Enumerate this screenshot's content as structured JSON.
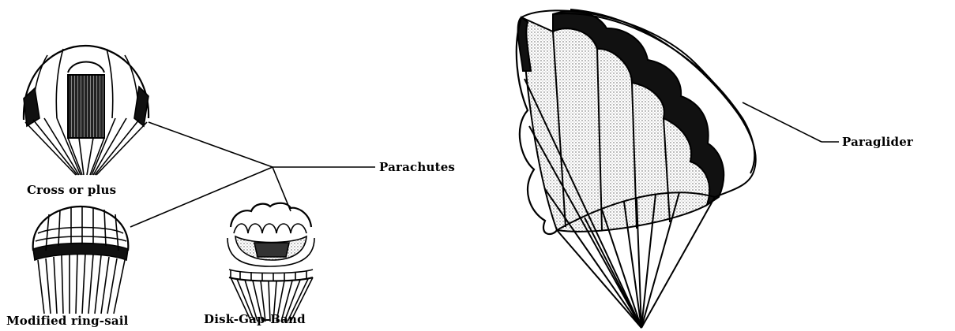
{
  "labels": {
    "cross": "Cross or plus",
    "ringsail": "Modified ring-sail",
    "dgb": "Disk-Gap-Band",
    "parachutes": "Parachutes",
    "paraglider": "Paraglider"
  }
}
